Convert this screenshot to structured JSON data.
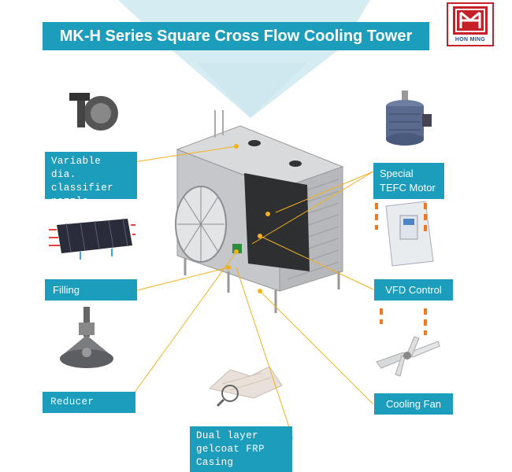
{
  "title": "MK-H Series Square Cross Flow Cooling Tower",
  "logo": {
    "text": "HON MING"
  },
  "labels": {
    "nozzle": [
      "Variable dia.",
      "classifier",
      "nozzle"
    ],
    "filling": "Filling",
    "reducer": "Reducer",
    "casing": [
      "Dual layer",
      "gelcoat FRP",
      "Casing"
    ],
    "motor": [
      "Special",
      "TEFC Motor"
    ],
    "vfd": "VFD Control",
    "fan": "Cooling Fan"
  },
  "colors": {
    "label_bg": "#1b9dbb",
    "leader_line": "#f2b01e",
    "dashed_connector": "#f07820",
    "logo_red": "#c62028",
    "logo_blue": "#1a4f9c"
  }
}
